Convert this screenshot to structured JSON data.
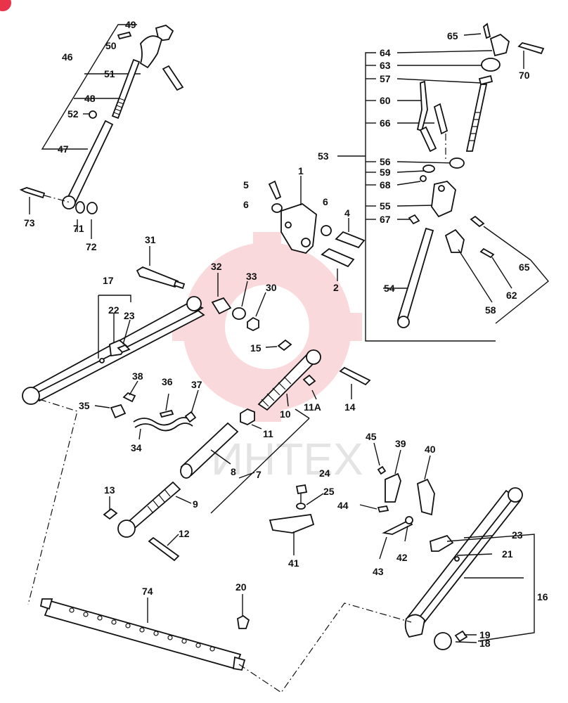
{
  "watermark": {
    "text": "ИНТЕХ",
    "color": "#e8334a"
  },
  "labels": {
    "l1": "1",
    "l2": "2",
    "l4": "4",
    "l5": "5",
    "l6a": "6",
    "l6b": "6",
    "l7": "7",
    "l8": "8",
    "l9": "9",
    "l10": "10",
    "l11": "11",
    "l11a": "11A",
    "l12": "12",
    "l13": "13",
    "l14": "14",
    "l15": "15",
    "l16": "16",
    "l17": "17",
    "l18": "18",
    "l19": "19",
    "l20": "20",
    "l21": "21",
    "l22": "22",
    "l23a": "23",
    "l23b": "23",
    "l24": "24",
    "l25": "25",
    "l30": "30",
    "l31": "31",
    "l32": "32",
    "l33": "33",
    "l34": "34",
    "l35": "35",
    "l36": "36",
    "l37": "37",
    "l38": "38",
    "l39": "39",
    "l40": "40",
    "l41": "41",
    "l42": "42",
    "l43": "43",
    "l44": "44",
    "l45": "45",
    "l46": "46",
    "l47": "47",
    "l48": "48",
    "l49": "49",
    "l50": "50",
    "l51": "51",
    "l52": "52",
    "l53": "53",
    "l54": "54",
    "l55": "55",
    "l56": "56",
    "l57": "57",
    "l58": "58",
    "l59": "59",
    "l60": "60",
    "l62": "62",
    "l63": "63",
    "l64": "64",
    "l65a": "65",
    "l65b": "65",
    "l66": "66",
    "l67": "67",
    "l68": "68",
    "l70": "70",
    "l71": "71",
    "l72": "72",
    "l73": "73",
    "l74": "74"
  }
}
